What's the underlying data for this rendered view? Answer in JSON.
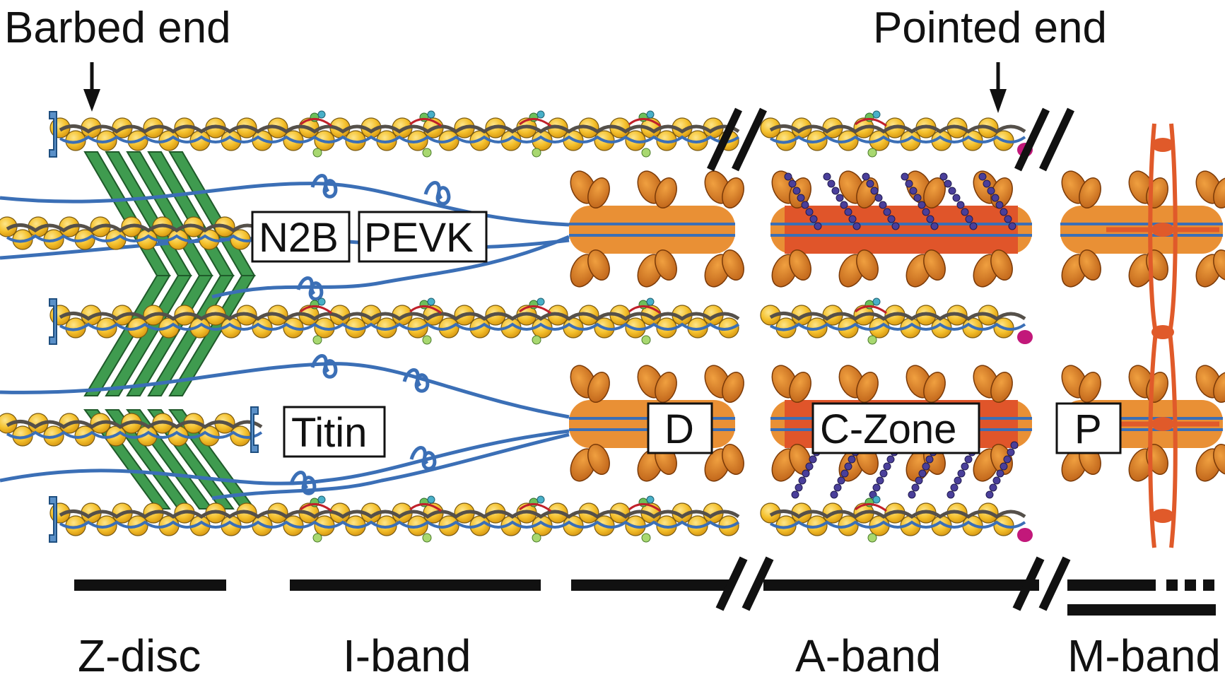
{
  "colors": {
    "actin_bead": "#f4c02c",
    "actin_outline": "#7a5a10",
    "titin": "#3b6fb6",
    "tropomyosin": "#55504a",
    "alpha_actinin": "#3f9b4f",
    "myosin_filament": "#e88a2a",
    "myosin_head": "#d4781c",
    "c_zone_core": "#e0552a",
    "mybp_c_bead": "#4a3f9a",
    "m_band_line": "#e05a2a",
    "capping_protein": "#5a90c8",
    "tropomodulin": "#c2187a",
    "bar": "#111111"
  },
  "labels": {
    "barbed_end": "Barbed end",
    "pointed_end": "Pointed end",
    "n2b": "N2B",
    "pevk": "PEVK",
    "titin": "Titin",
    "d_zone": "D",
    "c_zone": "C-Zone",
    "p_zone": "P"
  },
  "regions": {
    "z_disc": "Z-disc",
    "i_band": "I-band",
    "a_band": "A-band",
    "m_band": "M-band"
  }
}
